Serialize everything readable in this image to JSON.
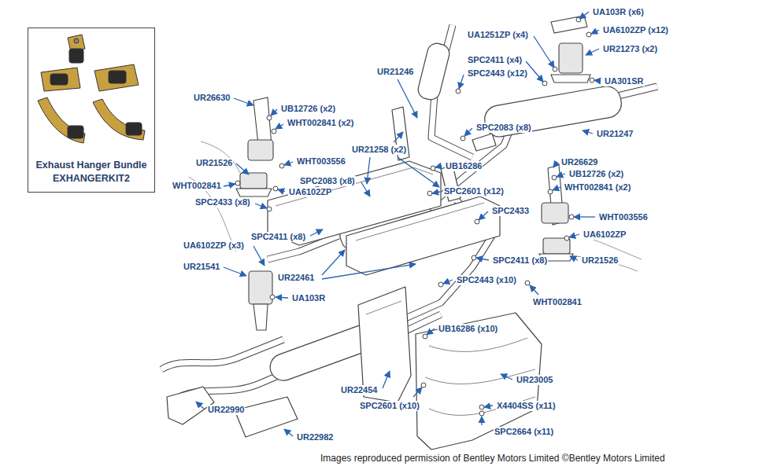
{
  "diagram": {
    "caption": "Images reproduced permission of Bentley Motors Limited ©Bentley Motors Limited",
    "nodes": [
      {
        "text": [
          "Exhaust Hanger Bundle",
          "EXHANGERKIT2"
        ]
      }
    ],
    "labels": [
      "UA103R (x6)",
      "UA6102ZP (x12)",
      "UA1251ZP (x4)",
      "UR21273 (x2)",
      "SPC2411 (x4)",
      "SPC2443 (x12)",
      "UA301SR",
      "UR21246",
      "UR26630",
      "UB12726 (x2)",
      "WHT002841 (x2)",
      "SPC2083 (x8)",
      "UR21247",
      "UR21258 (x2)",
      "WHT003556",
      "UB16286",
      "UR26629",
      "UR21526",
      "UB12726 (x2)",
      "WHT002841 (x2)",
      "SPC2601 (x12)",
      "SPC2083 (x8)",
      "WHT002841",
      "UA6102ZP",
      "SPC2433 (x8)",
      "SPC2433",
      "WHT003556",
      "SPC2411 (x8)",
      "UA6102ZP",
      "UA6102ZP (x3)",
      "SPC2411 (x8)",
      "UR21526",
      "UR21541",
      "UR22461",
      "SPC2443 (x10)",
      "UA103R",
      "WHT002841",
      "UB16286 (x10)",
      "UR23005",
      "UR22454",
      "SPC2601 (x10)",
      "X4404SS (x11)",
      "UR22990",
      "SPC2664 (x11)",
      "UR22982"
    ]
  }
}
